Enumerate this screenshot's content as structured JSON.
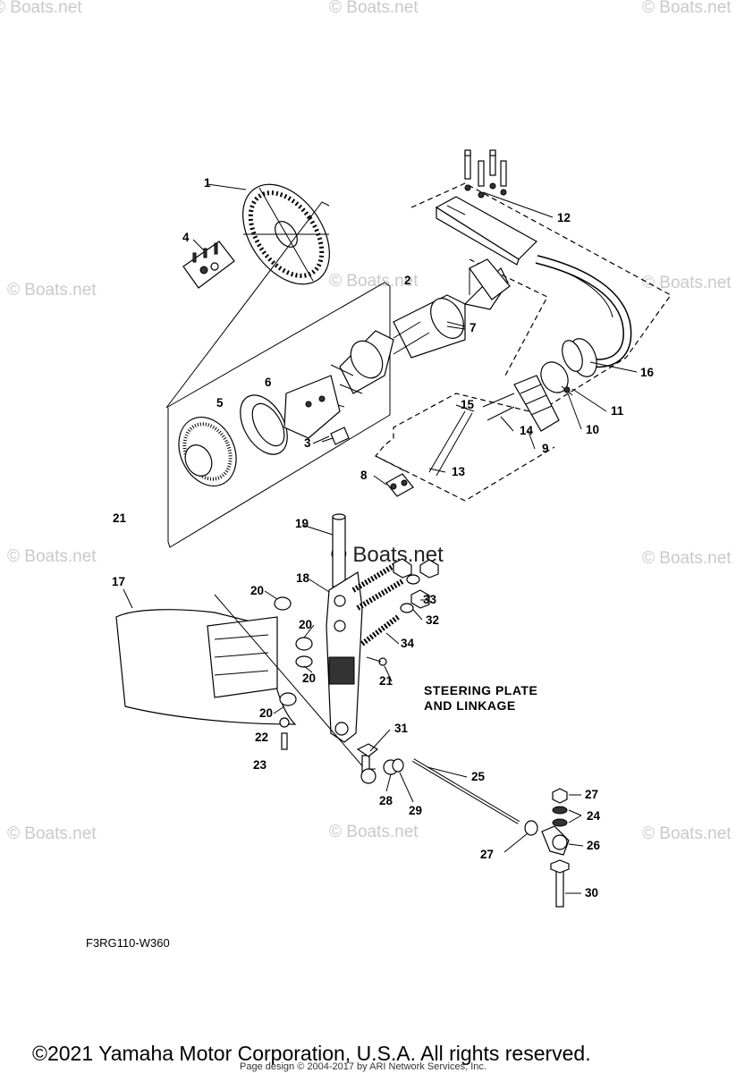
{
  "watermark": {
    "text": "© Boats.net",
    "center_text": "© Boats.net"
  },
  "diagram": {
    "section_title_line1": "STEERING PLATE",
    "section_title_line2": "AND LINKAGE",
    "drawing_code": "F3RG110-W360",
    "callouts": {
      "c1": "1",
      "c2": "2",
      "c3": "3",
      "c4": "4",
      "c5": "5",
      "c6": "6",
      "c7": "7",
      "c8": "8",
      "c9": "9",
      "c10": "10",
      "c11": "11",
      "c12": "12",
      "c13": "13",
      "c14": "14",
      "c15": "15",
      "c16": "16",
      "c17": "17",
      "c18": "18",
      "c19": "19",
      "c20a": "20",
      "c20b": "20",
      "c20c": "20",
      "c20d": "20",
      "c21a": "21",
      "c21b": "21",
      "c22": "22",
      "c23": "23",
      "c24": "24",
      "c25": "25",
      "c26": "26",
      "c27a": "27",
      "c27b": "27",
      "c28": "28",
      "c29": "29",
      "c30": "30",
      "c31": "31",
      "c32": "32",
      "c33": "33",
      "c34": "34"
    }
  },
  "footer": {
    "copyright": "©2021 Yamaha Motor Corporation, U.S.A. All rights reserved.",
    "page_design": "Page design © 2004-2017 by ARI Network Services, Inc."
  }
}
